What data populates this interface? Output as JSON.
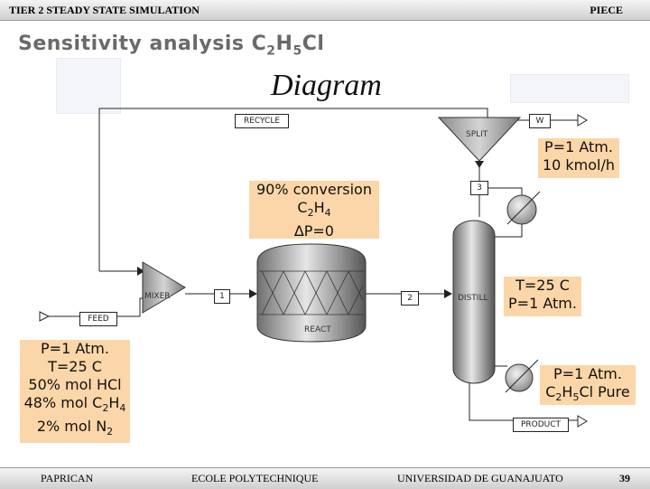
{
  "header": {
    "left": "TIER 2 STEADY STATE SIMULATION",
    "right": "PIECE"
  },
  "title": {
    "main": "Sensitivity analysis C",
    "sub1": "2",
    "mid": "H",
    "sub2": "5",
    "end": "Cl"
  },
  "diagram_title": "Diagram",
  "streams": {
    "recycle": "RECYCLE",
    "w": "W",
    "split": "SPLIT",
    "s3": "3",
    "s1": "1",
    "s2": "2",
    "feed": "FEED",
    "product": "PRODUCT"
  },
  "units": {
    "mixer": "MIXER",
    "react": "REACT",
    "distill": "DISTILL"
  },
  "notes": {
    "split": {
      "line1": "P=1 Atm.",
      "line2": "10 kmol/h"
    },
    "reactor": {
      "line1": "90% conversion",
      "line2_a": "C",
      "line2_s1": "2",
      "line2_b": "H",
      "line2_s2": "4",
      "line3": "∆P=0"
    },
    "distill": {
      "line1": "T=25 C",
      "line2": "P=1 Atm."
    },
    "feed": {
      "line1": "P=1 Atm.",
      "line2": "T=25 C",
      "line3": "50% mol HCl",
      "line4_a": "48% mol C",
      "line4_s1": "2",
      "line4_b": "H",
      "line4_s2": "4",
      "line5_a": "2% mol N",
      "line5_s": "2"
    },
    "product": {
      "line1": "P=1 Atm.",
      "line2_a": "C",
      "line2_s1": "2",
      "line2_b": "H",
      "line2_s2": "5",
      "line2_c": "Cl Pure"
    }
  },
  "footer": {
    "a": "PAPRICAN",
    "b": "ECOLE POLYTECHNIQUE",
    "c": "UNIVERSIDAD DE GUANAJUATO",
    "page": "39"
  },
  "colors": {
    "note_bg": "#fbd6a8",
    "title_gray": "#6a6a6a",
    "bar": "#d8d8d8"
  }
}
